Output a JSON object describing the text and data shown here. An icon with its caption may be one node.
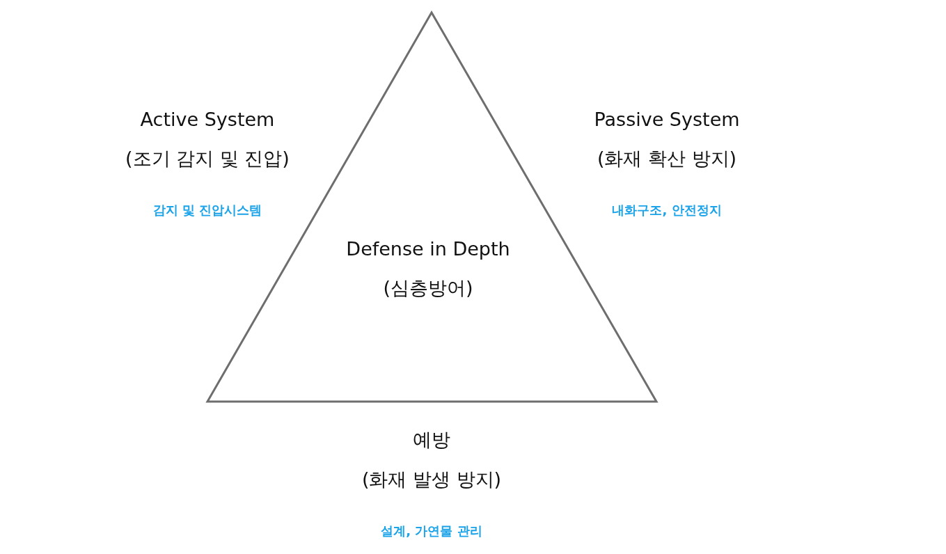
{
  "diagram": {
    "nodes": [
      {
        "text": [
          "Defense in Depth",
          "(심층방어)"
        ]
      }
    ],
    "labels": [
      "Active System",
      "(조기 감지 및 진압)",
      "감지 및 진압시스템",
      "Passive System",
      "(화재 확산 방지)",
      "내화구조, 안전정지",
      "예방",
      "(화재 발생 방지)",
      "설계, 가연물 관리"
    ]
  }
}
